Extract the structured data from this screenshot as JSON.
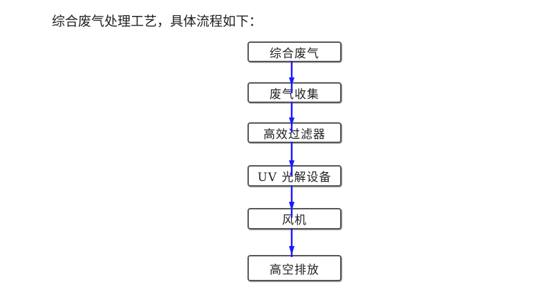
{
  "heading": "综合废气处理工艺，具体流程如下：",
  "flow": {
    "steps": [
      "综合废气",
      "废气收集",
      "高效过滤器",
      "UV 光解设备",
      "风机",
      "高空排放"
    ],
    "arrow_color": "#1a1aff"
  }
}
